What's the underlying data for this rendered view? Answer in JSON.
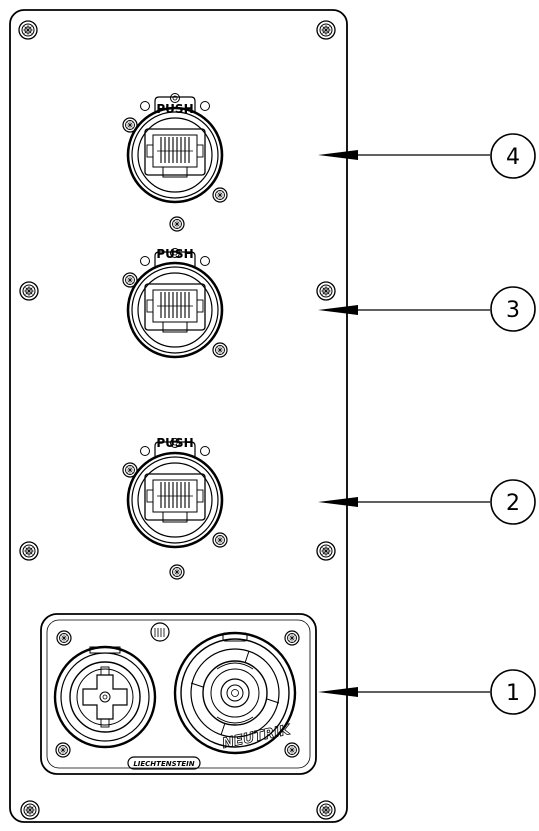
{
  "connectors": {
    "ethercon": [
      {
        "push_label": "PUSH"
      },
      {
        "push_label": "PUSH"
      },
      {
        "push_label": "PUSH"
      }
    ],
    "power_plate": {
      "manufacturer_label": "LIECHTENSTEIN",
      "brand_label": "NEUTRIK"
    }
  },
  "callouts": [
    {
      "number": "4"
    },
    {
      "number": "3"
    },
    {
      "number": "2"
    },
    {
      "number": "1"
    }
  ]
}
